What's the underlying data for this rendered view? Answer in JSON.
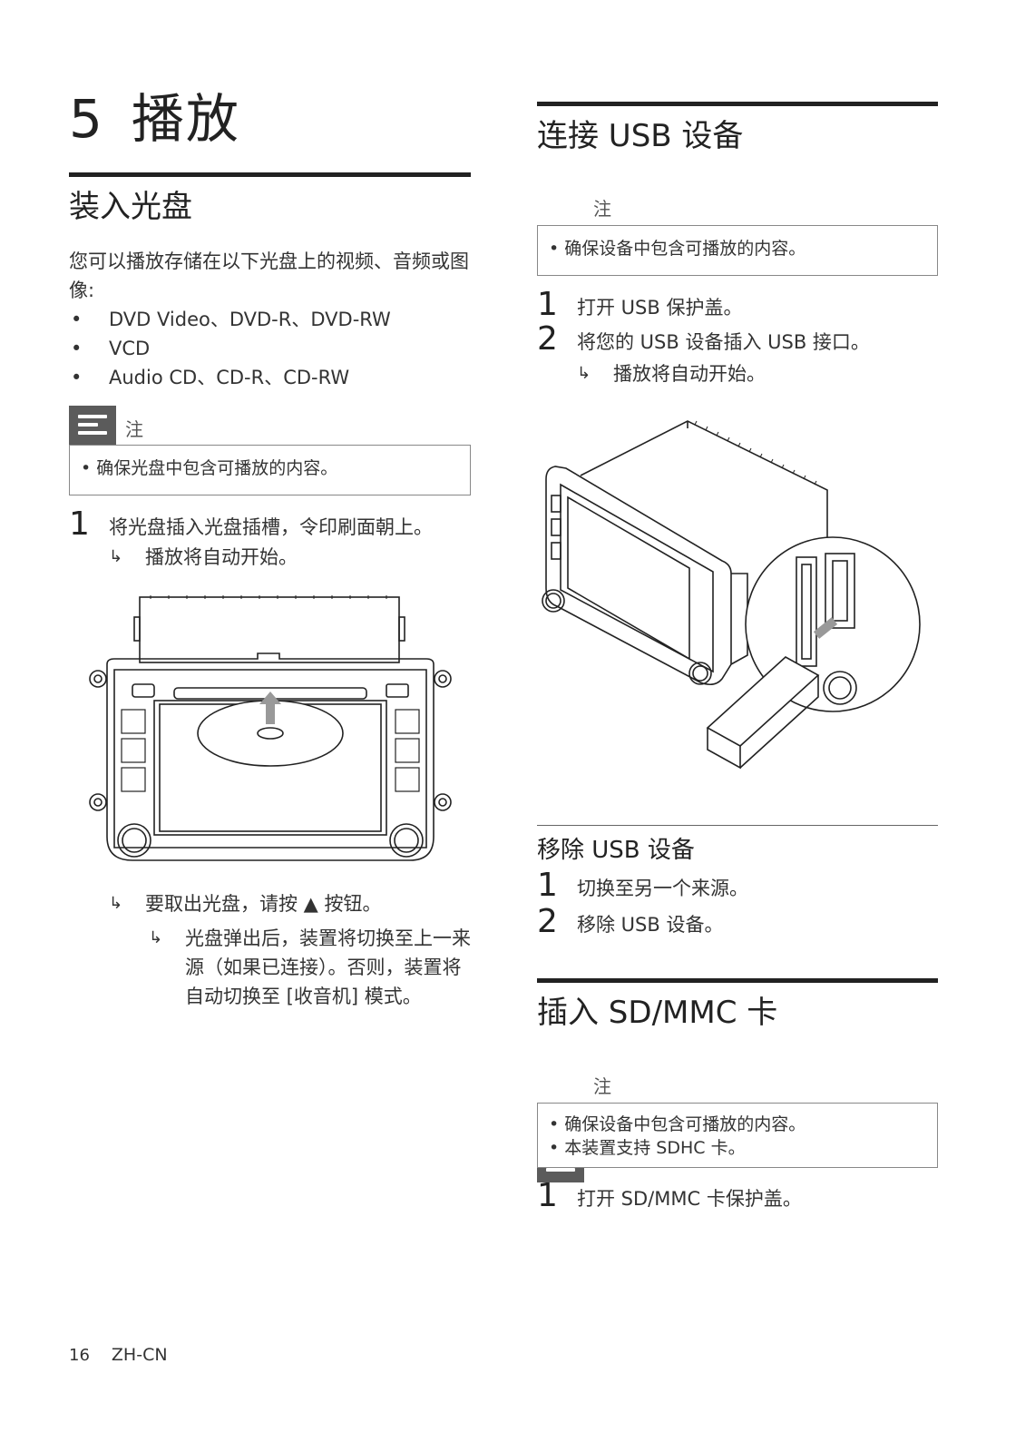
{
  "chapter": {
    "number": "5",
    "title": "播放"
  },
  "left": {
    "section_title": "装入光盘",
    "intro": "您可以播放存储在以下光盘上的视频、音频或图像:",
    "disc_types": [
      "DVD Video、DVD-R、DVD-RW",
      "VCD",
      "Audio CD、CD-R、CD-RW"
    ],
    "note": {
      "label": "注",
      "items": [
        "• 确保光盘中包含可播放的内容。"
      ]
    },
    "step1": {
      "num": "1",
      "text": "将光盘插入光盘插槽，令印刷面朝上。",
      "result": "播放将自动开始。"
    },
    "eject": {
      "result1": "要取出光盘，请按 ▲ 按钮。",
      "result2": "光盘弹出后，装置将切换至上一来源（如果已连接）。否则，装置将自动切换至 [收音机] 模式。"
    }
  },
  "right": {
    "usb_title": "连接 USB 设备",
    "usb_note": {
      "label": "注",
      "items": [
        "• 确保设备中包含可播放的内容。"
      ]
    },
    "usb_steps": [
      {
        "num": "1",
        "text": "打开 USB 保护盖。"
      },
      {
        "num": "2",
        "text": "将您的 USB 设备插入 USB 接口。"
      }
    ],
    "usb_result": "播放将自动开始。",
    "remove_title": "移除 USB 设备",
    "remove_steps": [
      {
        "num": "1",
        "text": "切换至另一个来源。"
      },
      {
        "num": "2",
        "text": "移除 USB 设备。"
      }
    ],
    "sd_title": "插入 SD/MMC 卡",
    "sd_note": {
      "label": "注",
      "items": [
        "• 确保设备中包含可播放的内容。",
        "• 本装置支持 SDHC 卡。"
      ]
    },
    "sd_steps": [
      {
        "num": "1",
        "text": "打开 SD/MMC 卡保护盖。"
      }
    ]
  },
  "footer": {
    "page": "16",
    "lang": "ZH-CN"
  }
}
